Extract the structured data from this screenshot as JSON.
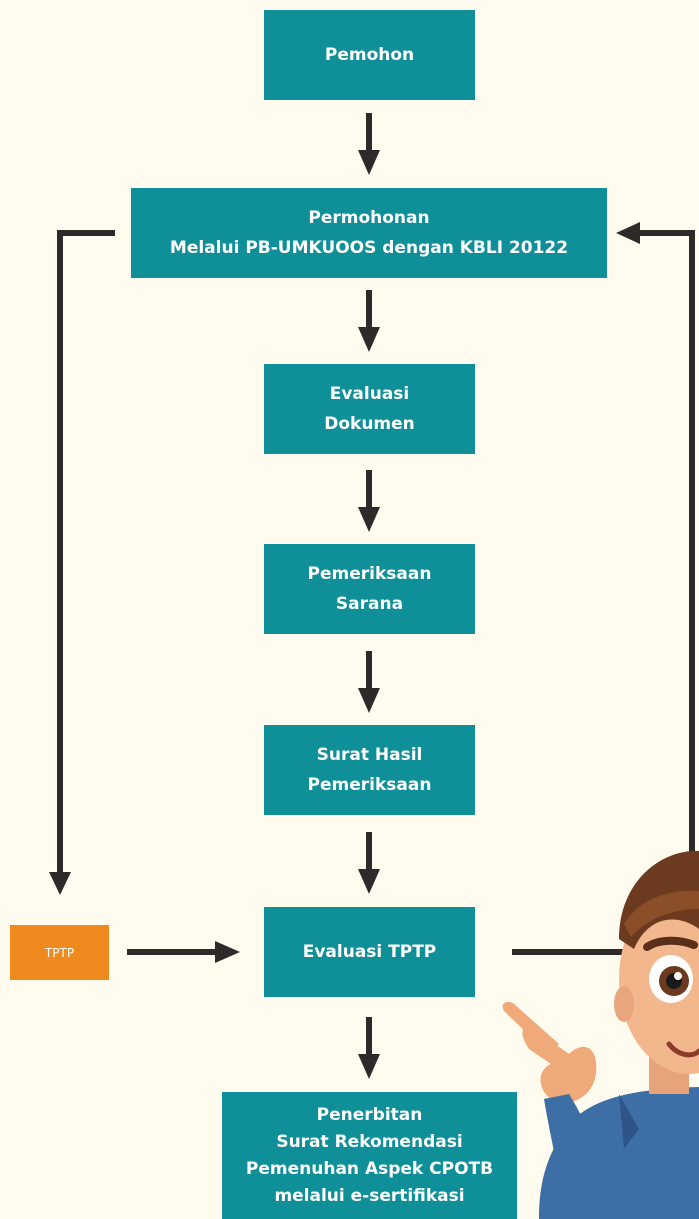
{
  "colors": {
    "background": "#fffcef",
    "box_fill": "#0f9099",
    "side_box_fill": "#ef8a1f",
    "arrow": "#2e2a2a",
    "text": "#ffffff"
  },
  "nodes": {
    "pemohon": {
      "lines": [
        "Pemohon"
      ]
    },
    "permohonan": {
      "lines": [
        "Permohonan",
        "Melalui PB-UMKUOOS dengan KBLI 20122"
      ]
    },
    "evaluasi_dokumen": {
      "lines": [
        "Evaluasi",
        "Dokumen"
      ]
    },
    "pemeriksaan_sarana": {
      "lines": [
        "Pemeriksaan",
        "Sarana"
      ]
    },
    "surat_hasil": {
      "lines": [
        "Surat Hasil",
        "Pemeriksaan"
      ]
    },
    "evaluasi_tptp": {
      "lines": [
        "Evaluasi TPTP"
      ]
    },
    "penerbitan": {
      "lines": [
        "Penerbitan",
        "Surat Rekomendasi",
        "Pemenuhan Aspek CPOTB",
        "melalui e-sertifikasi"
      ]
    },
    "tptp": {
      "lines": [
        "TPTP"
      ]
    }
  },
  "mascot": {
    "icon": "pointing-cartoon-mascot"
  }
}
